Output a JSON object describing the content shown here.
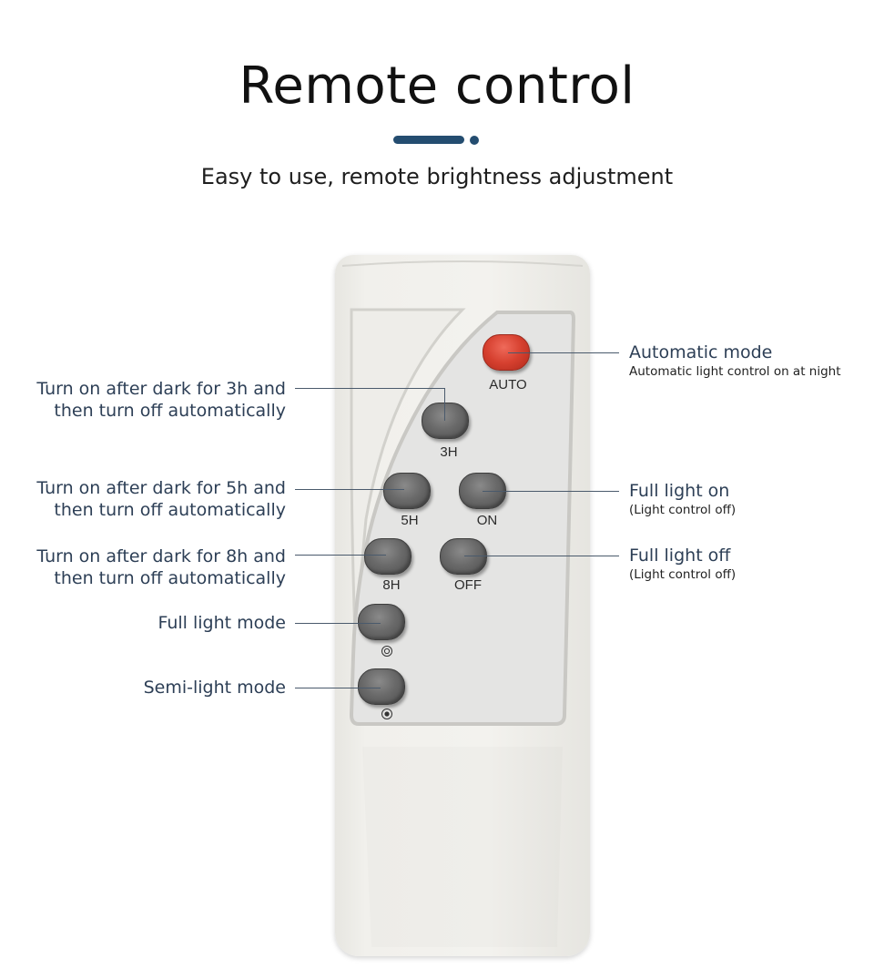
{
  "header": {
    "title": "Remote control",
    "subtitle": "Easy to use, remote brightness adjustment",
    "accent_color": "#244d70"
  },
  "remote": {
    "buttons": {
      "auto": "AUTO",
      "h3": "3H",
      "h5": "5H",
      "on": "ON",
      "h8": "8H",
      "off": "OFF"
    },
    "colors": {
      "auto_button": "#d6402f",
      "standard_button": "#6a6a6a"
    },
    "icons": [
      "full-light-sun-icon",
      "semi-light-sun-icon"
    ]
  },
  "annotations": {
    "auto": {
      "title": "Automatic mode",
      "detail": "Automatic light control on at night"
    },
    "h3": {
      "line1": "Turn on after dark for 3h and",
      "line2": "then turn off automatically"
    },
    "h5": {
      "line1": "Turn on after dark for 5h and",
      "line2": "then turn off automatically"
    },
    "h8": {
      "line1": "Turn on after dark for 8h and",
      "line2": "then turn off automatically"
    },
    "on": {
      "title": "Full light on",
      "detail": "(Light control off)"
    },
    "off": {
      "title": "Full light off",
      "detail": "(Light control off)"
    },
    "full": {
      "title": "Full light mode"
    },
    "semi": {
      "title": "Semi-light mode"
    }
  }
}
